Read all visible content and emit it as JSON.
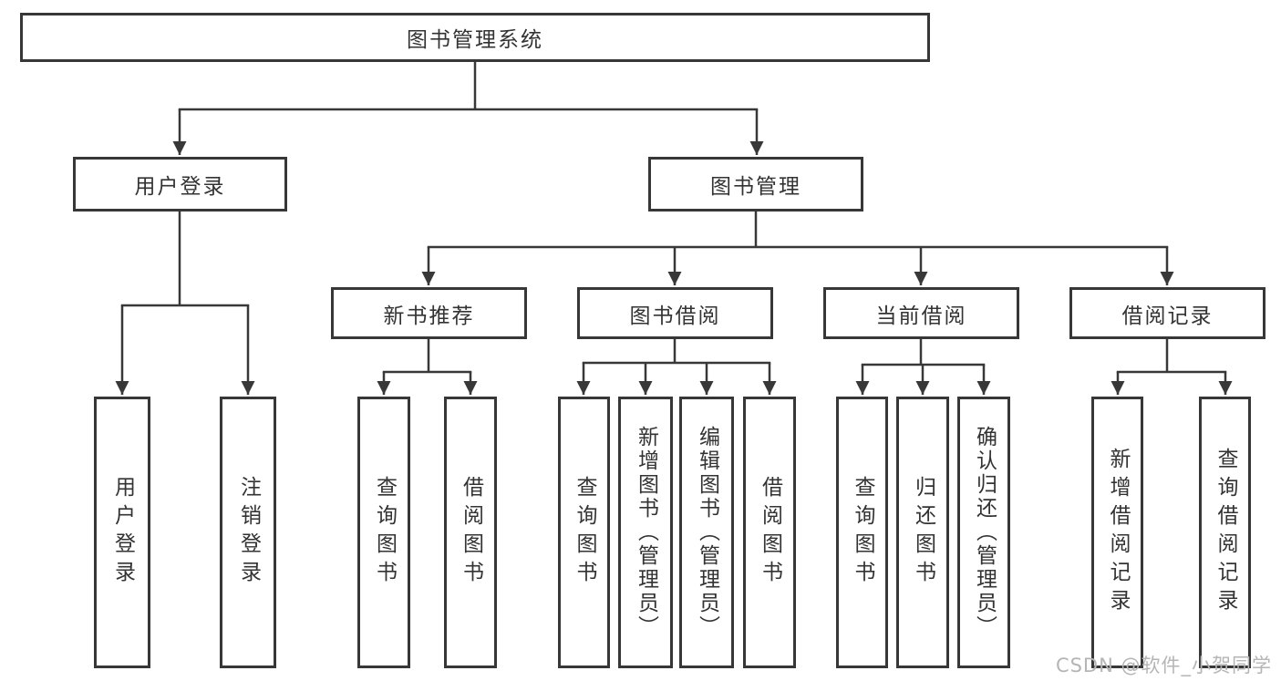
{
  "diagram": {
    "type": "hierarchy-tree",
    "colors": {
      "line": "#383838",
      "border": "#373737",
      "text": "#333333",
      "box_bg": "#ffffff",
      "watermark": "#b5b5b5"
    },
    "tree": {
      "label": "图书管理系统",
      "children": [
        {
          "label": "用户登录",
          "children": [
            {
              "label": "用户登录"
            },
            {
              "label": "注销登录"
            }
          ]
        },
        {
          "label": "图书管理",
          "children": [
            {
              "label": "新书推荐",
              "children": [
                {
                  "label": "查询图书"
                },
                {
                  "label": "借阅图书"
                }
              ]
            },
            {
              "label": "图书借阅",
              "children": [
                {
                  "label": "查询图书"
                },
                {
                  "label": "新增图书（管理员）"
                },
                {
                  "label": "编辑图书（管理员）"
                },
                {
                  "label": "借阅图书"
                }
              ]
            },
            {
              "label": "当前借阅",
              "children": [
                {
                  "label": "查询图书"
                },
                {
                  "label": "归还图书"
                },
                {
                  "label": "确认归还（管理员）"
                }
              ]
            },
            {
              "label": "借阅记录",
              "children": [
                {
                  "label": "新增借阅记录"
                },
                {
                  "label": "查询借阅记录"
                }
              ]
            }
          ]
        }
      ]
    },
    "watermark": {
      "text": "CSDN @软件_小贺同学"
    }
  }
}
